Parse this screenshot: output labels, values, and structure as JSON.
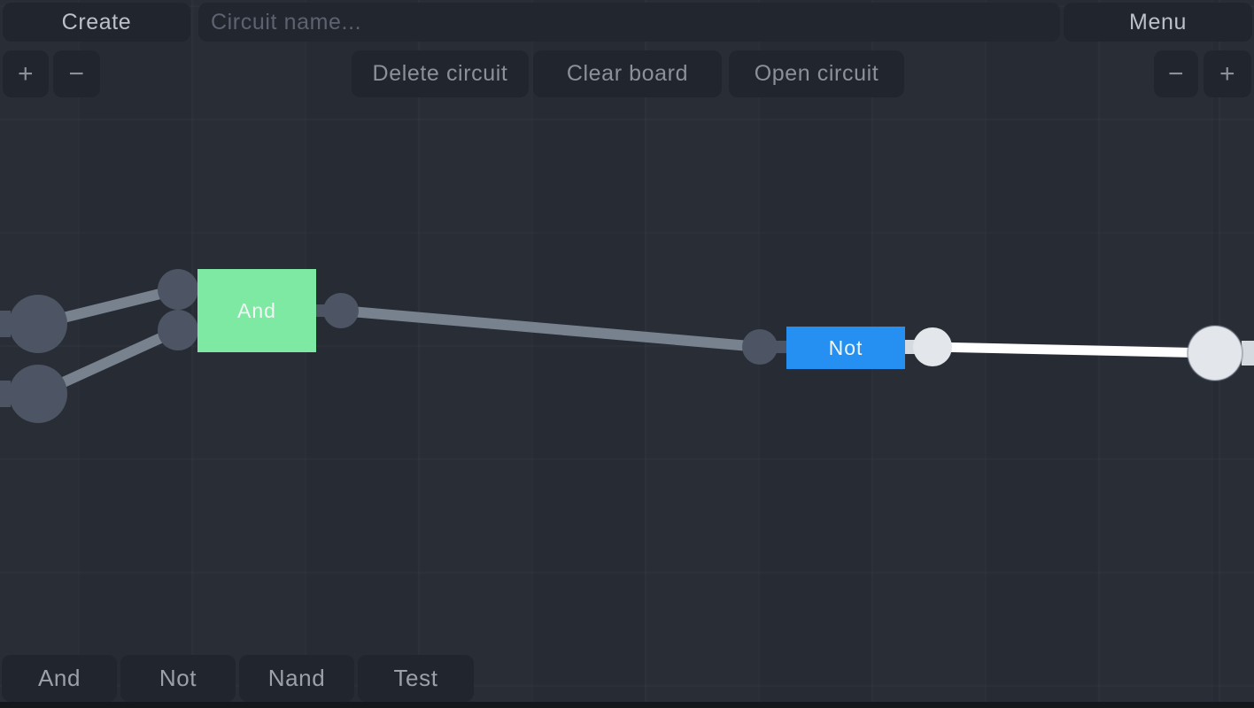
{
  "topbar": {
    "create_label": "Create",
    "circuit_name_placeholder": "Circuit name...",
    "circuit_name_value": "",
    "menu_label": "Menu"
  },
  "toolbar": {
    "delete_circuit_label": "Delete circuit",
    "clear_board_label": "Clear board",
    "open_circuit_label": "Open circuit",
    "zoom_in_label": "+",
    "zoom_out_label": "−"
  },
  "palette": {
    "items": [
      {
        "label": "And"
      },
      {
        "label": "Not"
      },
      {
        "label": "Nand"
      },
      {
        "label": "Test"
      }
    ]
  },
  "circuit": {
    "gates": [
      {
        "type": "and",
        "label": "And",
        "inputs": 2,
        "outputs": 1,
        "output_state": "off"
      },
      {
        "type": "not",
        "label": "Not",
        "inputs": 1,
        "outputs": 1,
        "output_state": "on"
      }
    ],
    "board_inputs": [
      {
        "state": "off"
      },
      {
        "state": "off"
      }
    ],
    "board_outputs": [
      {
        "state": "on"
      }
    ],
    "wires": [
      {
        "from": "board-input-1",
        "to": "and-input-1",
        "state": "off"
      },
      {
        "from": "board-input-2",
        "to": "and-input-2",
        "state": "off"
      },
      {
        "from": "and-output",
        "to": "not-input",
        "state": "off"
      },
      {
        "from": "not-output",
        "to": "board-output-1",
        "state": "on"
      }
    ]
  },
  "colors": {
    "background": "#272b34",
    "panel": "#21252d",
    "panel_text": "#8b919b",
    "bright_text": "#bcc1c8",
    "placeholder_text": "#5c6370",
    "palette_text": "#9ba1aa",
    "and_gate_green": "#7de9a3",
    "not_gate_blue": "#2590f2",
    "gate_label": "#f2f5f4",
    "node_off": "#4d5564",
    "wire_off": "#78828f",
    "node_on": "#e3e7ec",
    "wire_on": "#ffffff",
    "output_stub": "#d5dae0",
    "bottom_strip": "#14171c"
  }
}
